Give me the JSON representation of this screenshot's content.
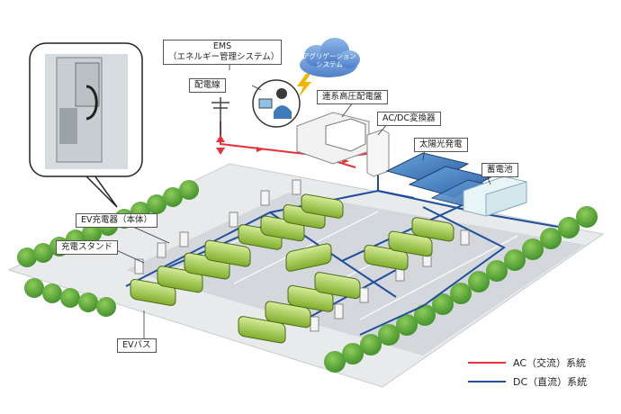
{
  "labels": {
    "ems_line1": "EMS",
    "ems_line2": "（エネルギー管理システム）",
    "aggregation_line1": "アグリゲーション",
    "aggregation_line2": "システム",
    "distribution_line": "配電線",
    "switchboard": "連系高圧配電盤",
    "acdc": "AC/DC変換器",
    "solar": "太陽光発電",
    "battery": "蓄電池",
    "ev_charger": "EV充電器（本体）",
    "charging_stand": "充電スタンド",
    "ev_bus": "EVバス"
  },
  "legend": [
    {
      "label": "AC（交流）系統",
      "color": "#e5333a"
    },
    {
      "label": "DC（直流）系統",
      "color": "#1f4e9a"
    }
  ],
  "colors": {
    "ac_line": "#e5333a",
    "dc_line": "#1f4e9a",
    "bus_body": "#9cc33a",
    "tree": "#5aa63a",
    "ground": "#e6e8ea",
    "lot": "#cfd4d8"
  },
  "icons": [
    "charger-photo",
    "utility-pole-icon",
    "cloud-icon",
    "lightning-icon",
    "operator-icon",
    "solar-panel-icon",
    "battery-container-icon",
    "bus-icon",
    "tree-icon"
  ]
}
